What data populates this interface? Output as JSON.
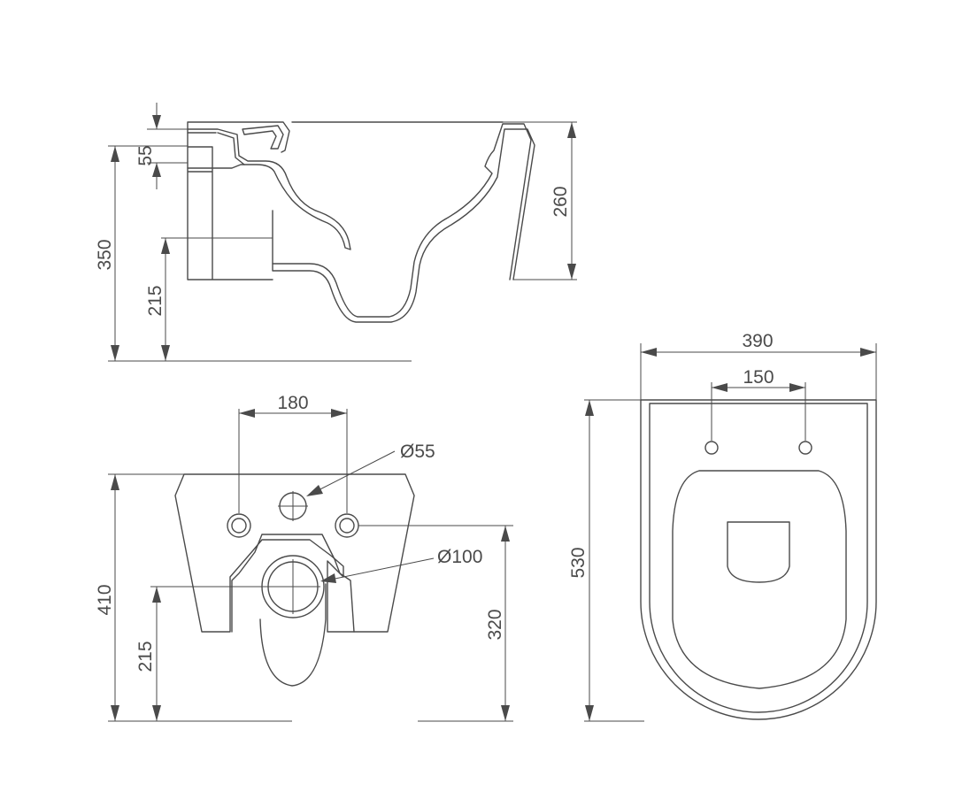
{
  "side_view": {
    "dim_height_total": "350",
    "dim_inlet_height": "215",
    "dim_bowl_height": "260",
    "dim_top_offset": "55"
  },
  "rear_view": {
    "dim_fixing_spacing": "180",
    "dim_inlet_diameter": "Ø55",
    "dim_outlet_diameter": "Ø100",
    "dim_height_total": "410",
    "dim_outlet_height": "215",
    "dim_fixing_height": "320"
  },
  "top_view": {
    "dim_width": "390",
    "dim_hinge_spacing": "150",
    "dim_length": "530"
  }
}
